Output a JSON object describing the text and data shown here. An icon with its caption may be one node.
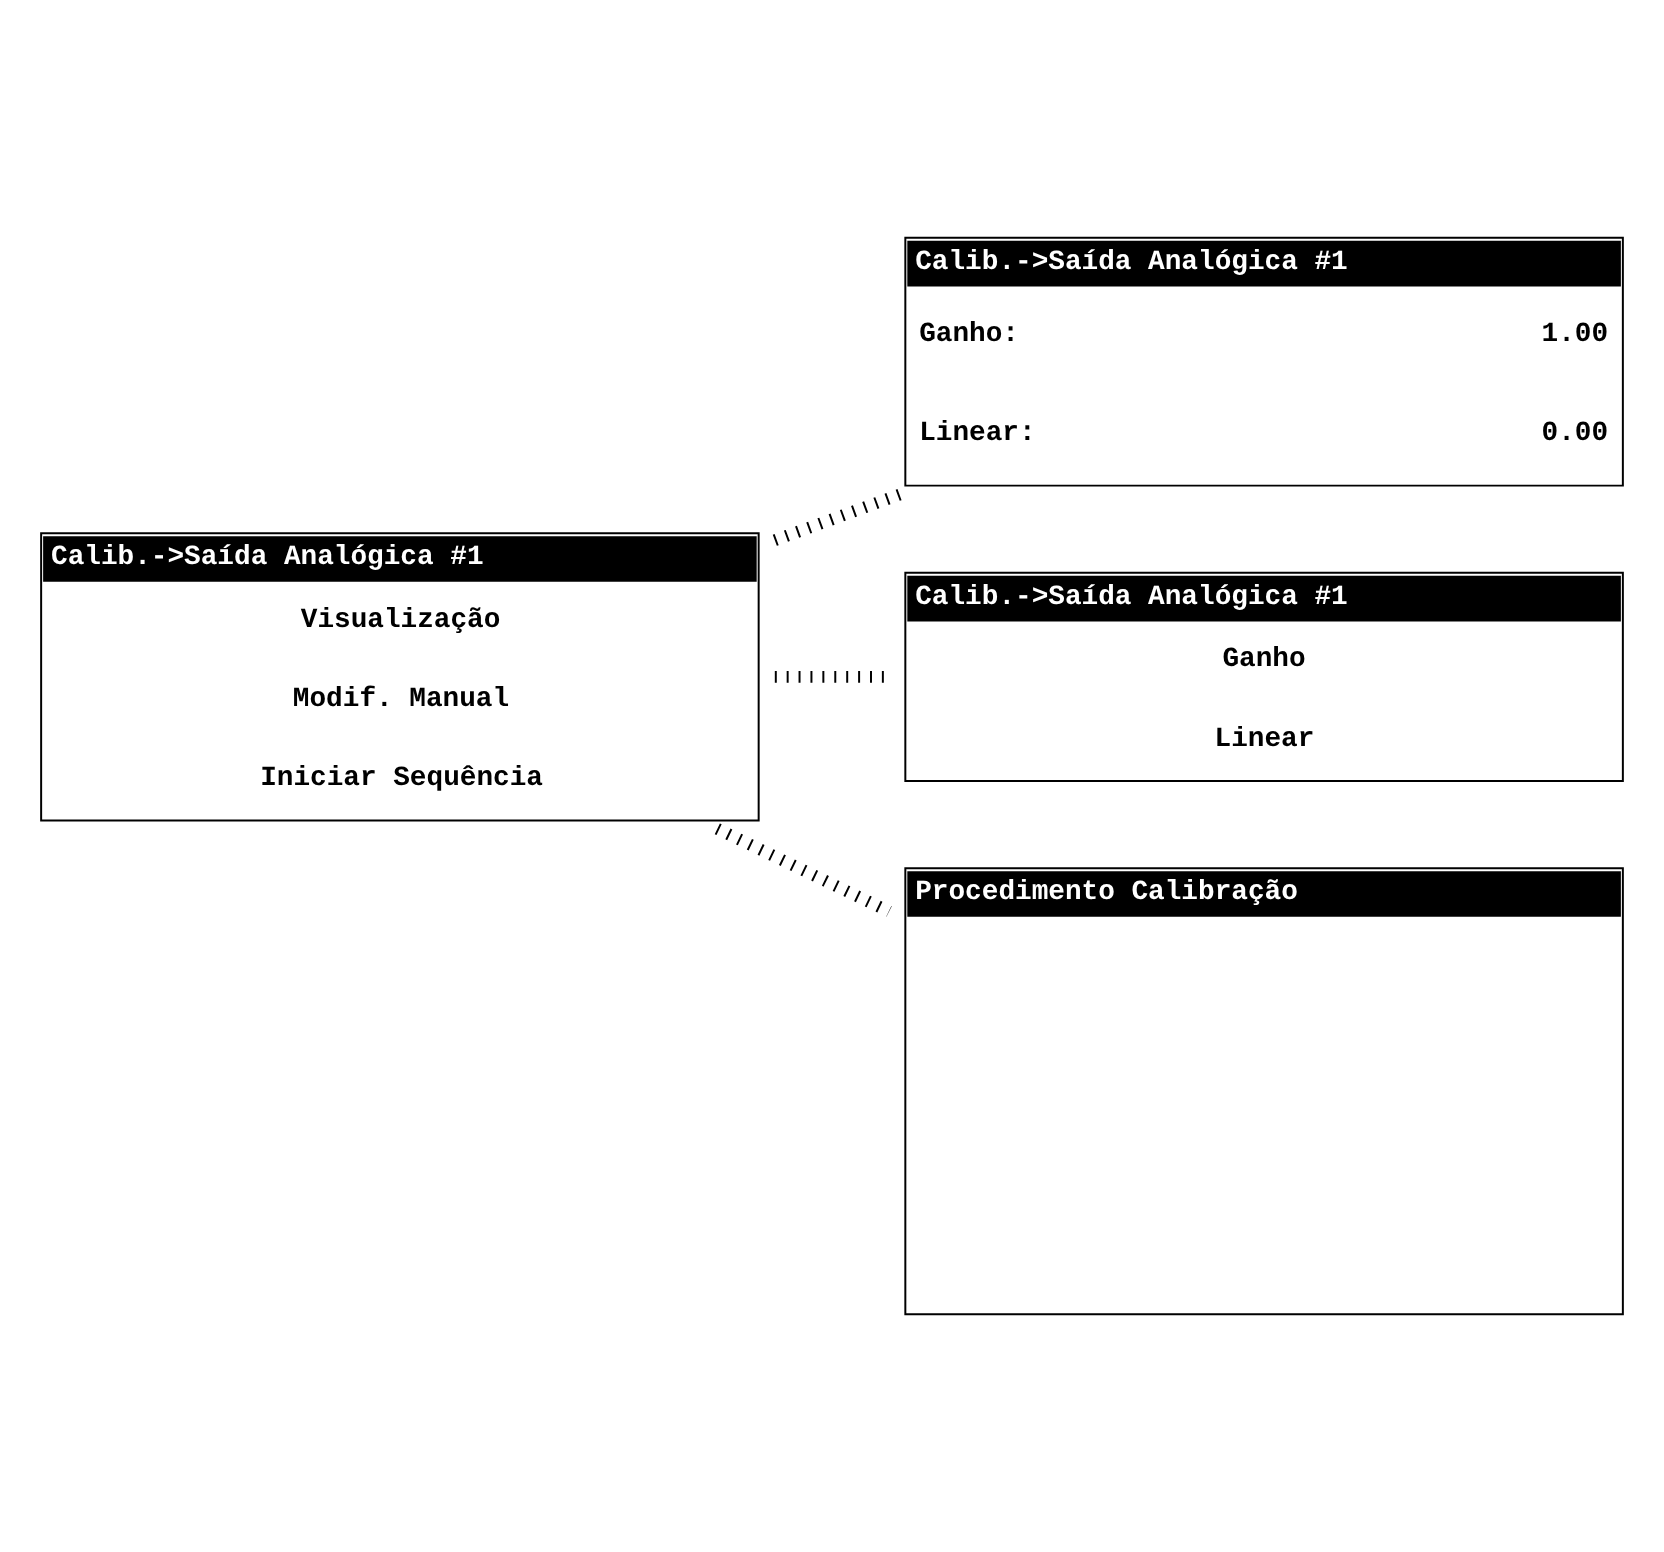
{
  "diagram": {
    "nodes": [
      {
        "text": [
          "Calib.->Saída Analógica #1",
          "Visualização",
          "Modif. Manual",
          "Iniciar Sequência"
        ]
      },
      {
        "text": [
          "Calib.->Saída Analógica #1",
          "Ganho:",
          "1.00",
          "Linear:",
          "0.00"
        ]
      },
      {
        "text": [
          "Calib.->Saída Analógica #1",
          "Ganho",
          "Linear"
        ]
      },
      {
        "text": [
          "Procedimento Calibração"
        ]
      }
    ],
    "edges": [
      {
        "from": 0,
        "to": 1,
        "arrow": "none",
        "style": "dashed"
      },
      {
        "from": 0,
        "to": 2,
        "arrow": "none",
        "style": "dashed"
      },
      {
        "from": 0,
        "to": 3,
        "arrow": "none",
        "style": "dashed"
      }
    ]
  }
}
